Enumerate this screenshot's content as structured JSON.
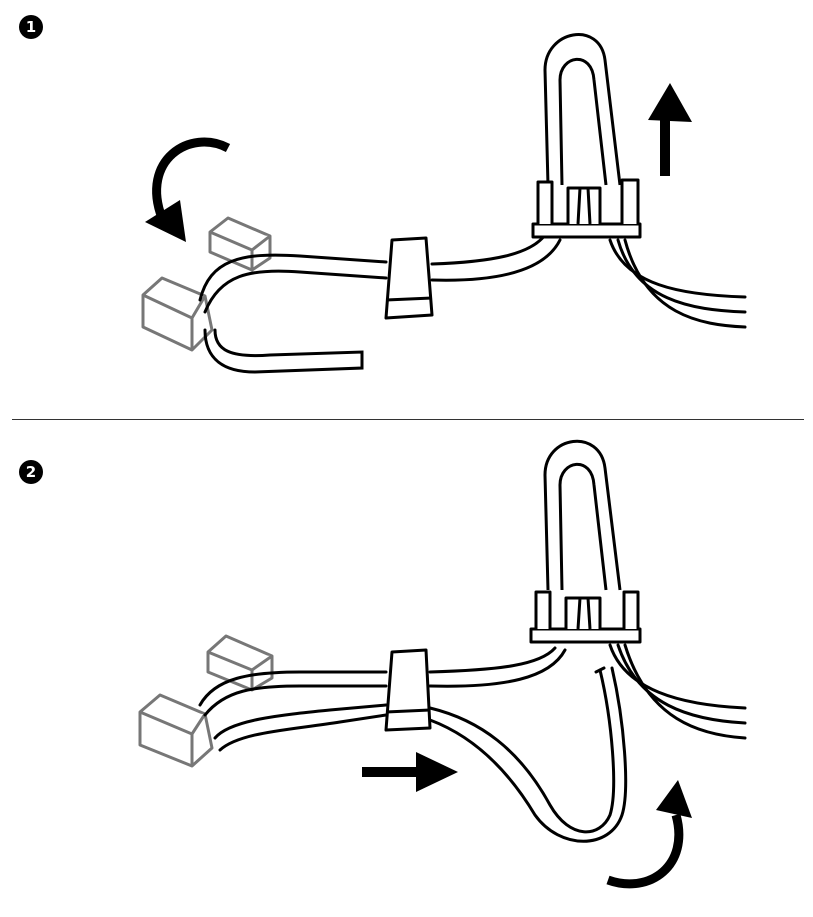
{
  "steps": [
    {
      "number": "1"
    },
    {
      "number": "2"
    }
  ],
  "colors": {
    "outline": "#000000",
    "ghost_part": "#777777",
    "arrow": "#000000"
  },
  "icons": [
    "rotate-counterclockwise-arrow",
    "up-arrow",
    "right-arrow",
    "rotate-clockwise-arrow"
  ]
}
